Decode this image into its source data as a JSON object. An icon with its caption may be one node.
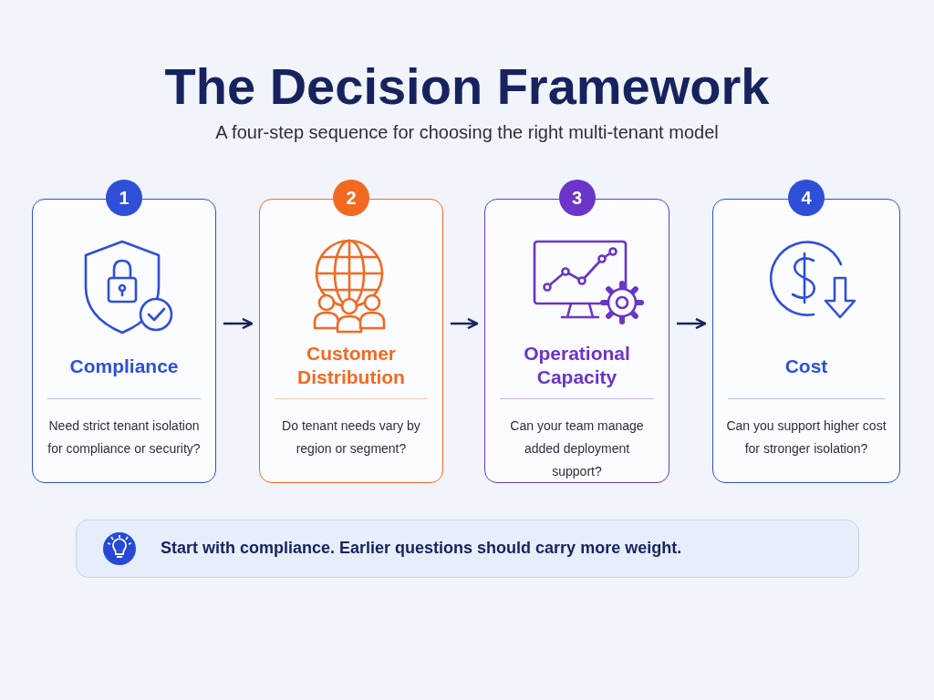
{
  "diagram": {
    "title": "The Decision Framework",
    "caption": "A four-step sequence for choosing the right multi-tenant model",
    "nodes": [
      {
        "text": [
          "1",
          "Compliance",
          "Need strict tenant isolation for compliance or security?"
        ]
      },
      {
        "text": [
          "2",
          "Customer Distribution",
          "Do tenant needs vary by region or segment?"
        ]
      },
      {
        "text": [
          "3",
          "Operational Capacity",
          "Can your team manage added deployment support?"
        ]
      },
      {
        "text": [
          "4",
          "Cost",
          "Can you support higher cost for stronger isolation?"
        ]
      },
      {
        "text": [
          "Start with compliance. Earlier questions should carry more weight."
        ]
      }
    ],
    "edges": [
      {
        "from": 0,
        "to": 1,
        "arrow": "to"
      },
      {
        "from": 1,
        "to": 2,
        "arrow": "to"
      },
      {
        "from": 2,
        "to": 3,
        "arrow": "to"
      }
    ]
  }
}
